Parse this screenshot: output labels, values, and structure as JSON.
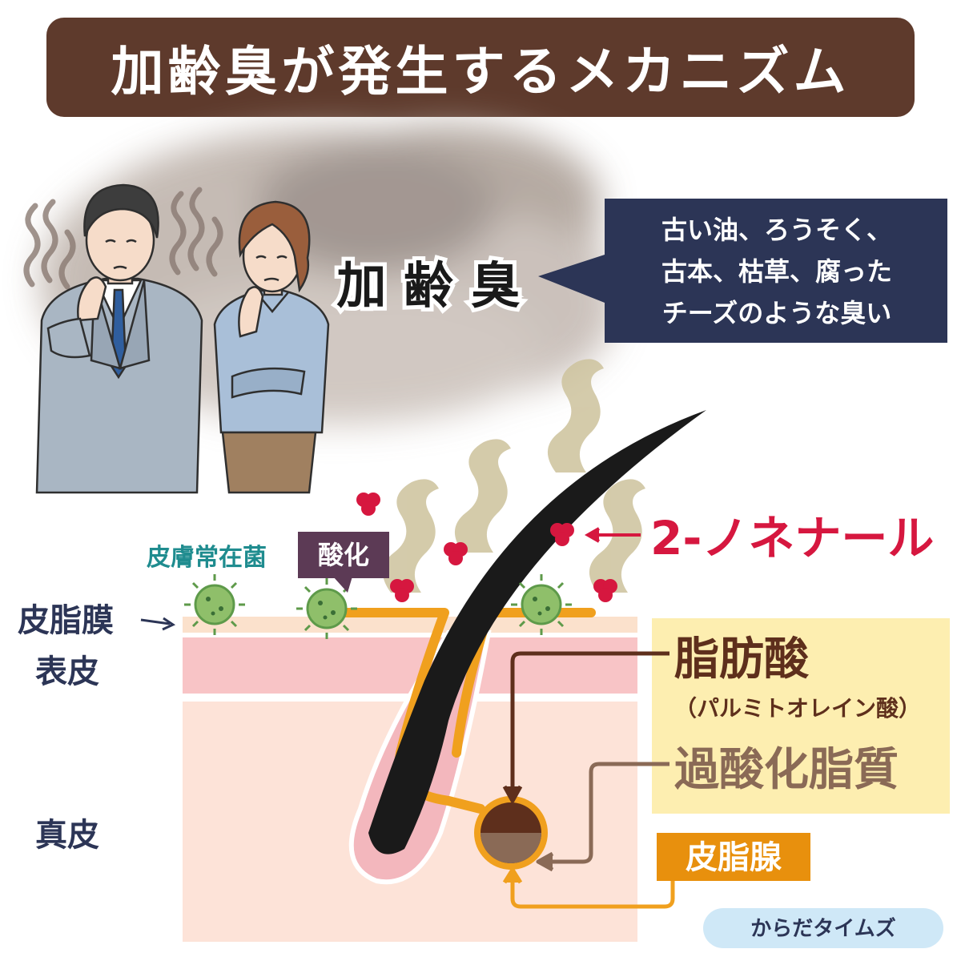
{
  "title": "加齢臭が発生するメカニズム",
  "smell_label": "加 齢 臭",
  "speech": {
    "line1": "古い油、ろうそく、",
    "line2": "古本、枯草、腐った",
    "line3": "チーズのような臭い"
  },
  "labels": {
    "bacteria": "皮膚常在菌",
    "oxidation": "酸化",
    "nonenal": "2-ノネナール",
    "sebum_film": "皮脂膜",
    "epidermis": "表皮",
    "dermis": "真皮",
    "fatty_acid": "脂肪酸",
    "fatty_acid_detail": "（パルミトオレイン酸）",
    "lipid_peroxide": "過酸化脂質",
    "sebaceous_gland": "皮脂腺",
    "brand": "からだタイムズ"
  },
  "colors": {
    "title_bg": "#5e3a2c",
    "speech_bg": "#2c3556",
    "nonenal": "#d6173f",
    "oxidation_bg": "#5c3a55",
    "bacteria_label": "#1f8c8f",
    "skin_label": "#2c3556",
    "fatty_acid": "#5e2f1c",
    "lipid_peroxide": "#8a6a56",
    "gland_bg": "#e8900d",
    "sebum": "#f0a01e",
    "info_box": "#fdeeb0",
    "epidermis": "#f8c4c6",
    "dermis": "#fde3d8",
    "sebum_film": "#fbe1cc"
  },
  "icons": [
    "man-figure",
    "woman-figure",
    "odor-wave-icon",
    "bacteria-icon",
    "molecule-icon",
    "hair-icon",
    "sebaceous-gland-icon"
  ]
}
